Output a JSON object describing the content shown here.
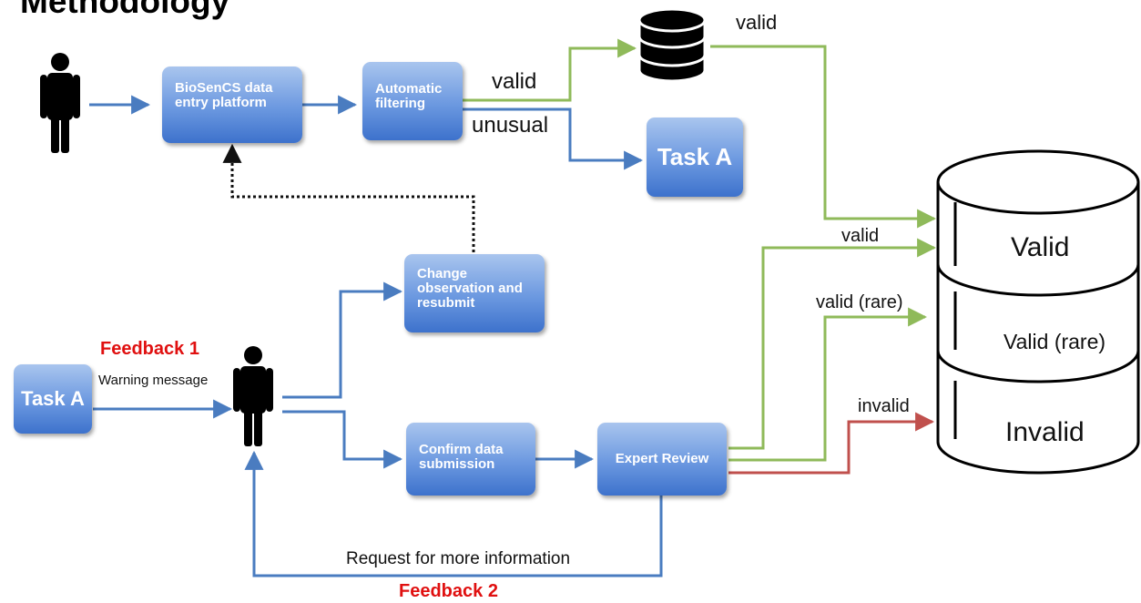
{
  "title": "Methodology",
  "boxes": {
    "biosencs": "BioSenCS data entry platform",
    "automatic_filtering": "Automatic filtering",
    "task_a_top": "Task A",
    "task_a_left": "Task A",
    "change_observation": "Change observation and resubmit",
    "confirm_submission": "Confirm data submission",
    "expert_review": "Expert Review"
  },
  "labels": {
    "valid_filter": "valid",
    "unusual": "unusual",
    "valid_db_top": "valid",
    "valid_review": "valid",
    "valid_rare": "valid (rare)",
    "invalid": "invalid",
    "warning_message": "Warning message",
    "request_info": "Request for more information"
  },
  "feedback": {
    "feedback1": "Feedback 1",
    "feedback2": "Feedback 2"
  },
  "database": {
    "valid": "Valid",
    "valid_rare": "Valid (rare)",
    "invalid": "Invalid"
  },
  "colors": {
    "box_top": "#a9c5ee",
    "box_bottom": "#3d72cc",
    "arrow_blue": "#4a7cc0",
    "arrow_green": "#8fba5a",
    "arrow_red": "#c0504d",
    "feedback_red": "#e01010"
  }
}
